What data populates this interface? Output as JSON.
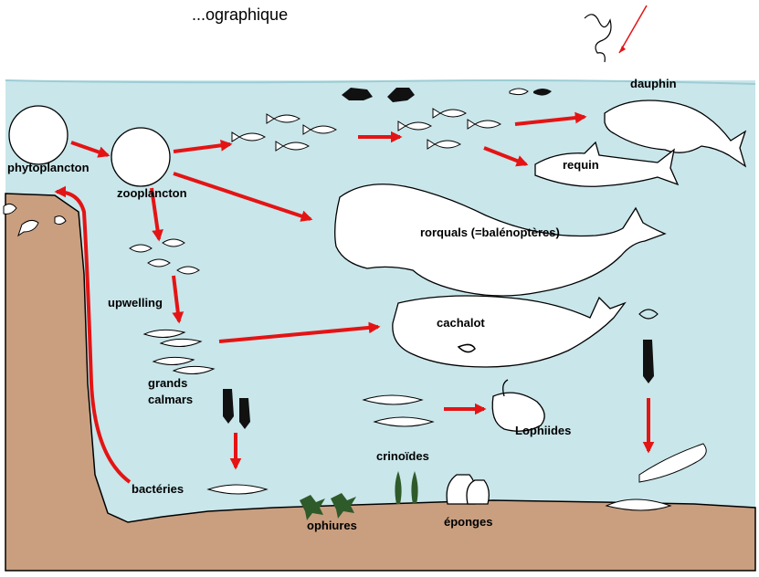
{
  "header": {
    "caption": "...ographique"
  },
  "colors": {
    "water": "#c9e6ea",
    "seabed": "#c99f80",
    "arrow": "#e41414",
    "outline": "#000000"
  },
  "labels": {
    "phytoplancton": "phytoplancton",
    "zooplancton": "zooplancton",
    "dauphin": "dauphin",
    "requin": "requin",
    "rorquals": "rorquals (=balénoptères)",
    "upwelling": "upwelling",
    "cachalot": "cachalot",
    "grands": "grands",
    "calmars": "calmars",
    "lophiides": "Lophiides",
    "crinoides": "crinoïdes",
    "bacteries": "bactéries",
    "ophiures": "ophiures",
    "eponges": "éponges"
  }
}
